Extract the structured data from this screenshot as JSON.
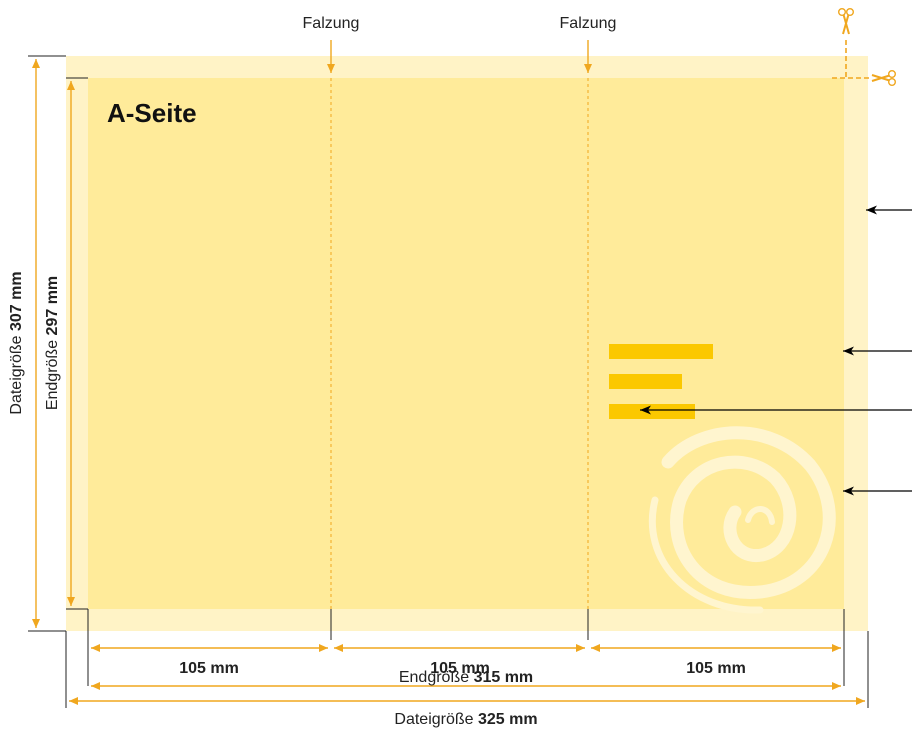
{
  "page_title": "A-Seite",
  "fold_label": "Falzung",
  "panel_width_label": "105 mm",
  "endgroesse_prefix": "Endgröße",
  "endgroesse_width": "315 mm",
  "endgroesse_height": "297 mm",
  "dateigroesse_prefix": "Dateigröße",
  "dateigroesse_width": "325 mm",
  "dateigroesse_height": "307 mm",
  "colors": {
    "bleed_area": "#fff3c6",
    "final_area": "#ffeb9a",
    "accent": "#f0a71f",
    "text_bars": "#fbc800",
    "swirl": "#fff5cf"
  },
  "icons": [
    "scissors-icon",
    "scissors-icon"
  ]
}
